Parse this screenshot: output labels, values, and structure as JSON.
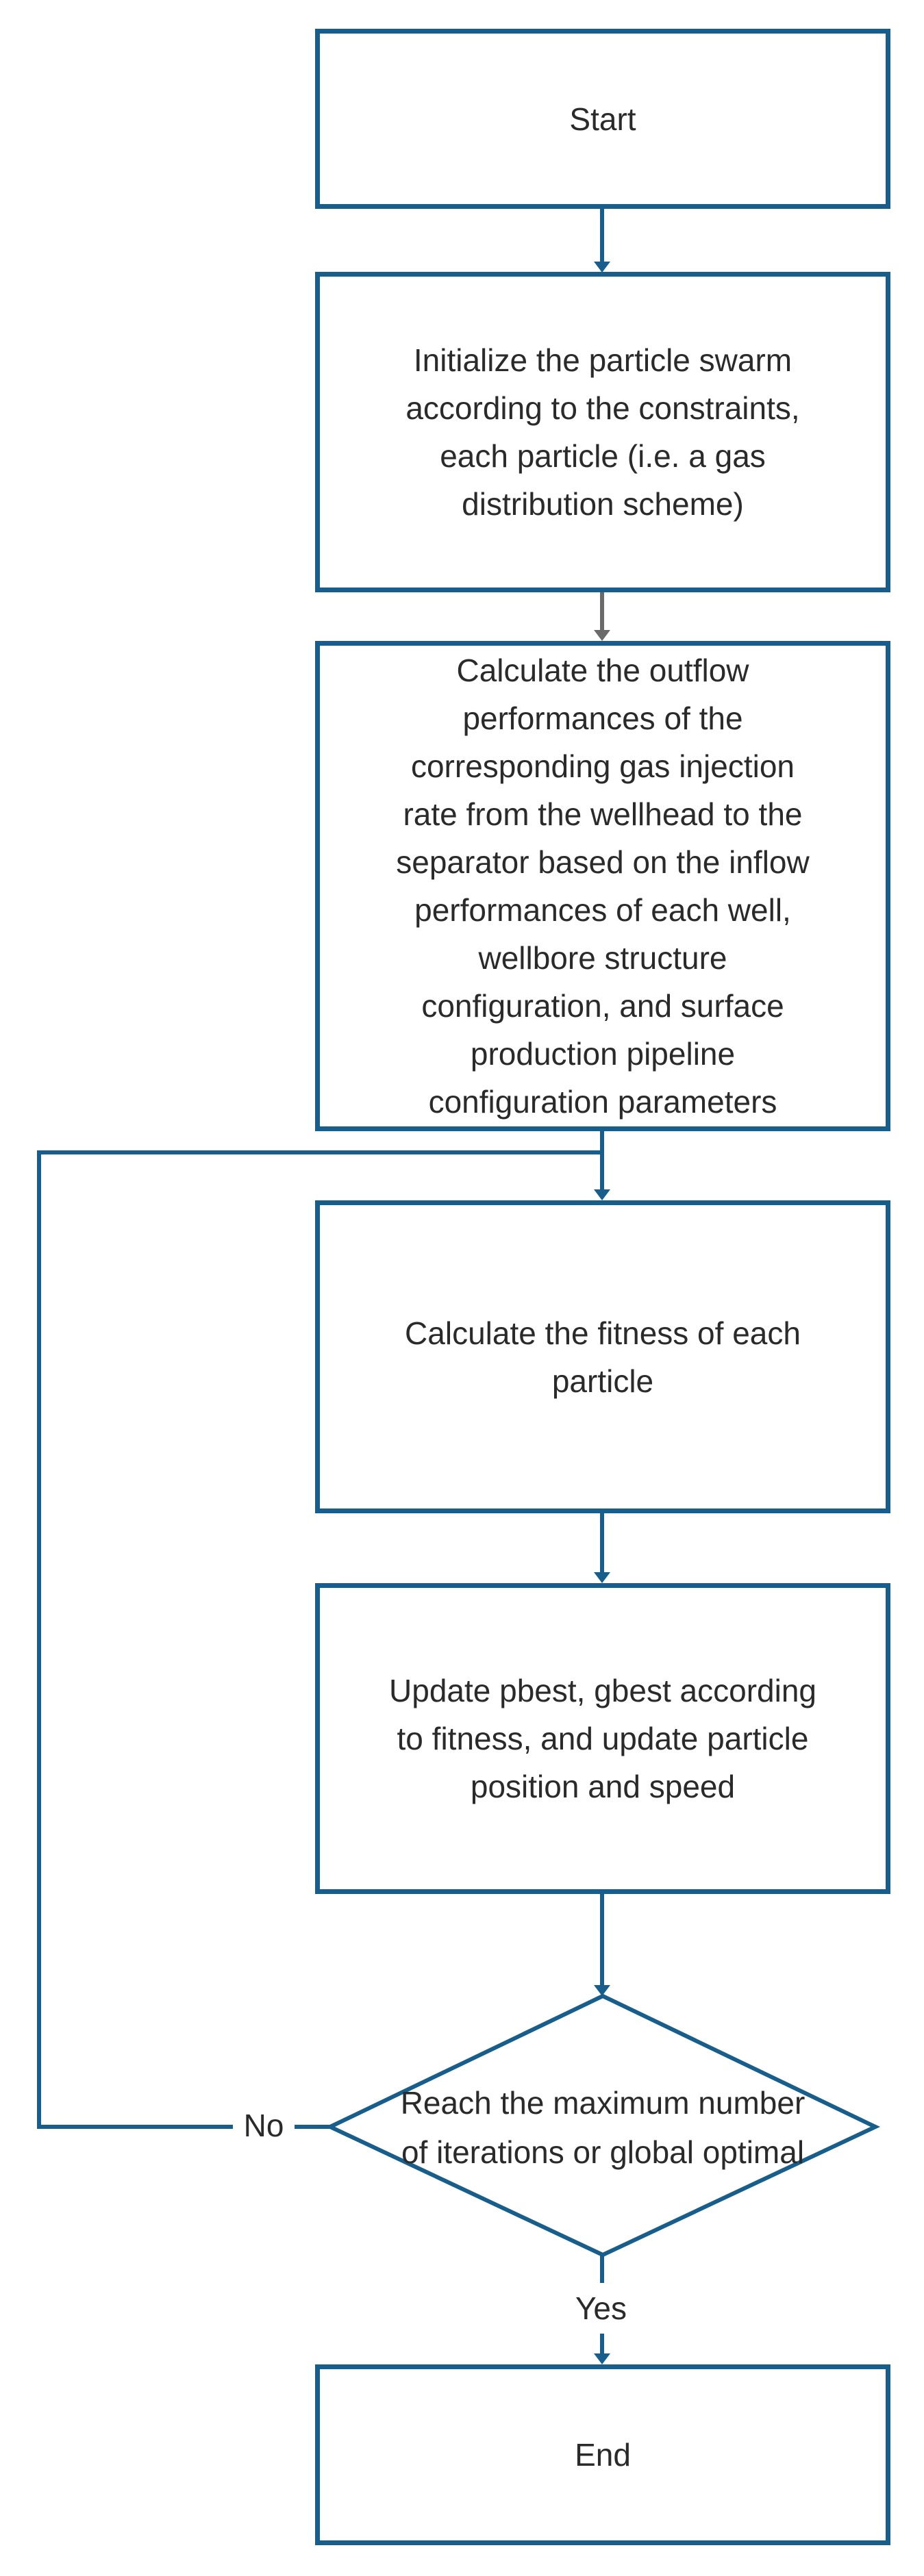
{
  "flowchart": {
    "nodes": {
      "start": {
        "label": "Start",
        "shape": "rectangle"
      },
      "initialize": {
        "label": "Initialize the particle swarm\naccording to the constraints,\neach particle (i.e. a gas\ndistribution scheme)",
        "shape": "rectangle"
      },
      "outflow": {
        "label": "Calculate the outflow\nperformances of the\ncorresponding gas injection\nrate from the wellhead to the\nseparator based on the inflow\nperformances of each well,\nwellbore structure\nconfiguration, and surface\nproduction pipeline\nconfiguration parameters",
        "shape": "rectangle"
      },
      "fitness": {
        "label": "Calculate the fitness of each\nparticle",
        "shape": "rectangle"
      },
      "update": {
        "label": "Update pbest, gbest according\nto fitness, and update particle\nposition and speed",
        "shape": "rectangle"
      },
      "decision": {
        "label": "Reach the maximum number\nof iterations or global optimal",
        "shape": "diamond"
      },
      "end": {
        "label": "End",
        "shape": "rectangle"
      }
    },
    "edge_labels": {
      "no": "No",
      "yes": "Yes"
    },
    "colors": {
      "shape_outline": "#175E8C",
      "secondary_connector": "#6A6A6A",
      "text": "#2A2A2A",
      "background": "#FFFFFF"
    }
  }
}
